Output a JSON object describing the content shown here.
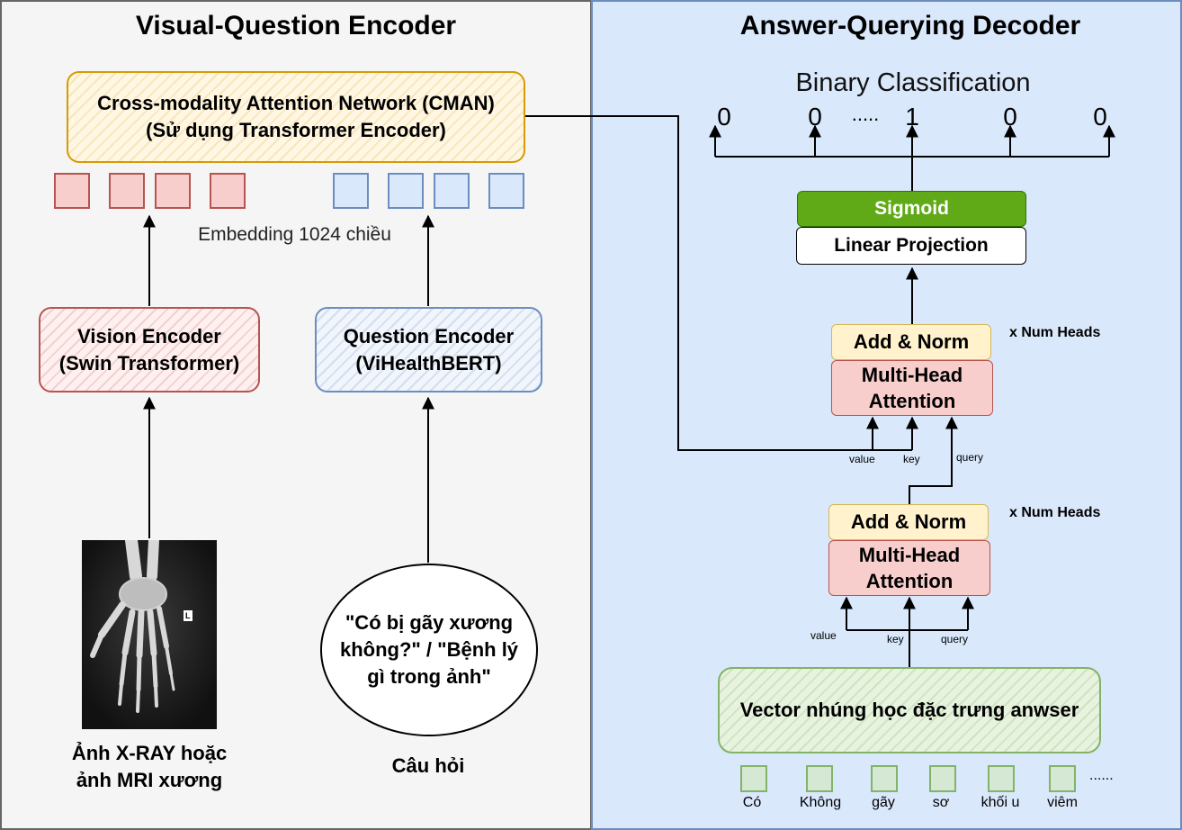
{
  "left_panel": {
    "title": "Visual-Question Encoder",
    "cman": {
      "line1": "Cross-modality Attention Network (CMAN)",
      "line2": "(Sử dụng Transformer Encoder)"
    },
    "embedding_label": "Embedding 1024 chiều",
    "vision_encoder": {
      "line1": "Vision Encoder",
      "line2": "(Swin Transformer)"
    },
    "question_encoder": {
      "line1": "Question Encoder",
      "line2": "(ViHealthBERT)"
    },
    "question_bubble": {
      "line1": "\"Có bị gãy xương",
      "line2": "không?\" / \"Bệnh lý",
      "line3": "gì trong ảnh\""
    },
    "image_caption": {
      "line1": "Ảnh X-RAY hoặc",
      "line2": "ảnh MRI xương"
    },
    "question_caption": "Câu hỏi",
    "xray_marker": "L"
  },
  "right_panel": {
    "title": "Answer-Querying Decoder",
    "binary_title": "Binary Classification",
    "binary_outputs": [
      "0",
      "0",
      ".....",
      "1",
      "0",
      "0"
    ],
    "sigmoid": "Sigmoid",
    "linear_projection": "Linear Projection",
    "upper_block": {
      "add_norm": "Add & Norm",
      "mha_line1": "Multi-Head",
      "mha_line2": "Attention",
      "repeat": "x Num Heads",
      "inputs": [
        "value",
        "key",
        "query"
      ]
    },
    "lower_block": {
      "add_norm": "Add & Norm",
      "mha_line1": "Multi-Head",
      "mha_line2": "Attention",
      "repeat": "x Num Heads",
      "inputs": [
        "value",
        "key",
        "query"
      ]
    },
    "answer_vector": "Vector nhúng học đặc trưng anwser",
    "tokens": [
      "Có",
      "Không",
      "gãy",
      "sơ",
      "khối u",
      "viêm"
    ],
    "tokens_more": "......"
  },
  "colors": {
    "left_bg": "#f5f5f5",
    "right_bg": "#dae8fc",
    "sigmoid": "#60a917",
    "add_norm": "#fff2cc",
    "mha": "#f8cecc"
  }
}
